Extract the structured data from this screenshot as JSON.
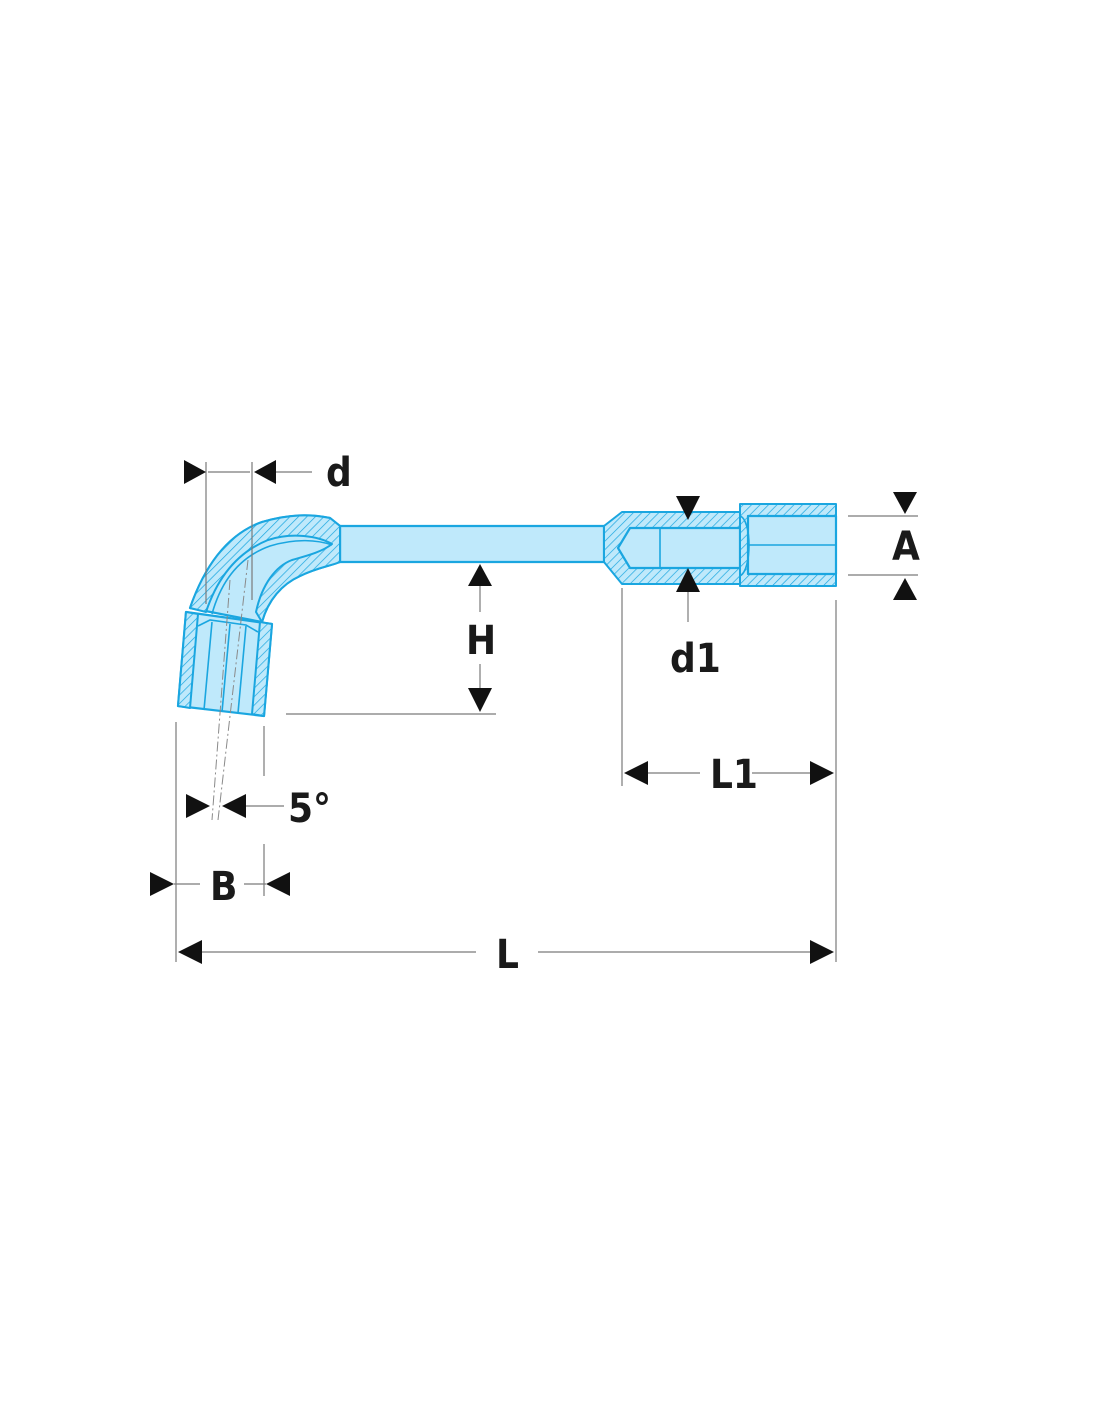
{
  "diagram": {
    "labels": {
      "d": "d",
      "d1": "d1",
      "A": "A",
      "H": "H",
      "L1": "L1",
      "L": "L",
      "B": "B",
      "angle": "5°"
    },
    "colors": {
      "tool_fill": "#bfe9fb",
      "tool_outline": "#1aa6e0",
      "dimension_arrows": "#111111",
      "dimension_lines": "#7a7a7a",
      "background": "#ffffff"
    }
  }
}
